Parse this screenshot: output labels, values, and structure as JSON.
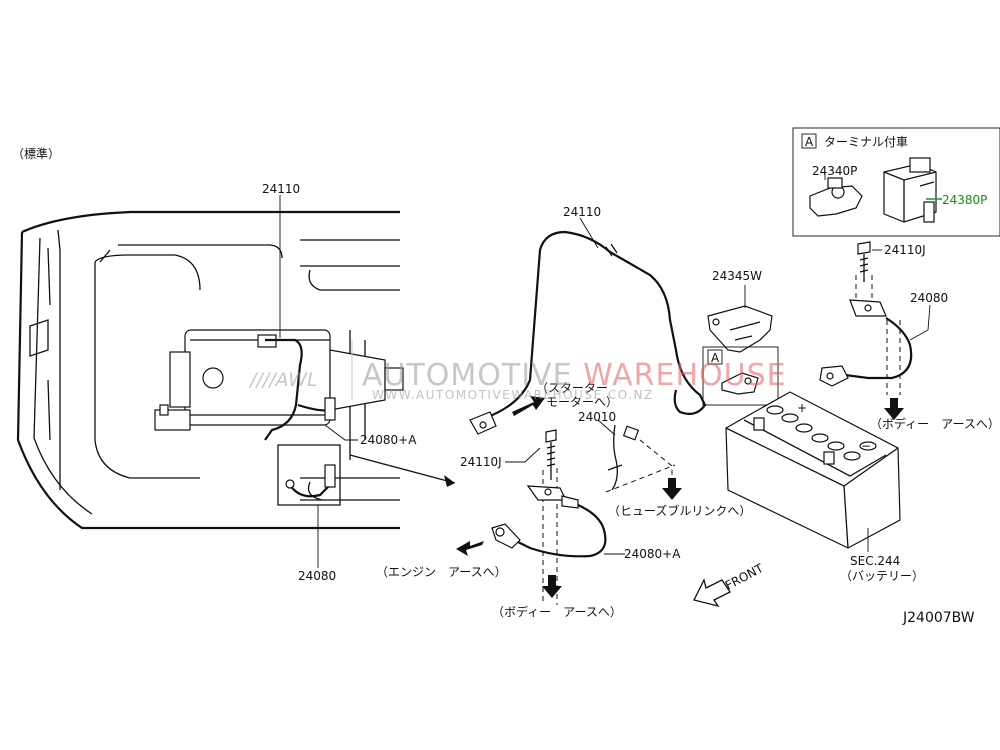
{
  "header_note": "（標準）",
  "diagram_code": "J24007BW",
  "inset": {
    "title_letter": "A",
    "title": "ターミナル付車",
    "parts": [
      "24340P",
      "24380P"
    ],
    "highlighted_part": "24380P",
    "highlight_color": "#28a028"
  },
  "callouts": {
    "p24110_top": "24110",
    "p24080_a_left": "24080+A",
    "p24080_bottom": "24080",
    "p24110_mid": "24110",
    "p24345w": "24345W",
    "p24010": "24010",
    "p24110j_left": "24110J",
    "p24080_a_right": "24080+A",
    "p24110j_right": "24110J",
    "p24080_right": "24080",
    "sec244": "SEC.244",
    "box_a_letter": "A"
  },
  "notes": {
    "starter_line1": "（スターター",
    "starter_line2": "モーターへ）",
    "fusible_link": "（ヒューズブルリンクへ）",
    "engine_earth": "（エンジン　アースへ）",
    "body_earth_bottom": "（ボディー　アースへ）",
    "body_earth_right": "（ボディー　アースへ）",
    "battery": "（バッテリー）",
    "front": "FRONT"
  },
  "watermark": {
    "logo_left": "////AWL",
    "brand_grey": "AUTOMOTIVE ",
    "brand_red": "WAREHOUSE",
    "url": "WWW.AUTOMOTIVEWAREHOUSE.CO.NZ",
    "brand_red_color": "#e06060"
  }
}
